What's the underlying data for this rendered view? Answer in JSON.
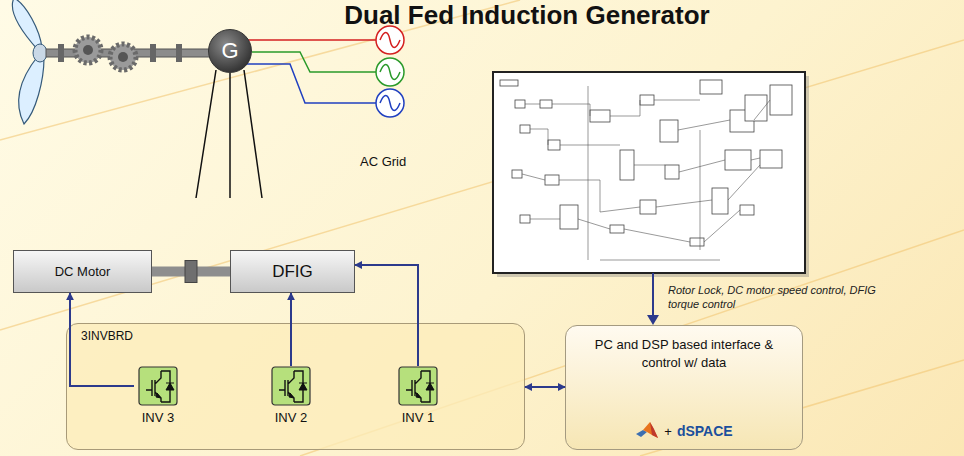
{
  "diagram": {
    "title": "Dual Fed Induction Generator",
    "nodes": [
      {
        "text": [
          "G"
        ]
      },
      {
        "text": [
          "DC Motor"
        ]
      },
      {
        "text": [
          "DFIG"
        ]
      },
      {
        "text": [
          "3INVBRD"
        ]
      },
      {
        "text": [
          "INV 3"
        ],
        "in": 3
      },
      {
        "text": [
          "INV 2"
        ],
        "in": 3
      },
      {
        "text": [
          "INV 1"
        ],
        "in": 3
      },
      {
        "text": [
          "PC and DSP based interface & control w/ data",
          "+",
          "dSPACE"
        ]
      }
    ],
    "edges": [
      {
        "from": 4,
        "to": 1,
        "arrow": "to"
      },
      {
        "from": 5,
        "to": 2,
        "arrow": "to"
      },
      {
        "from": 6,
        "to": 2,
        "arrow": "to"
      },
      {
        "from": 3,
        "to": 7,
        "arrow": "both"
      },
      {
        "from": 1,
        "to": 2,
        "arrow": "none"
      }
    ],
    "labels": [
      "AC Grid",
      "Rotor Lock, DC motor speed control, DFIG torque control"
    ]
  }
}
